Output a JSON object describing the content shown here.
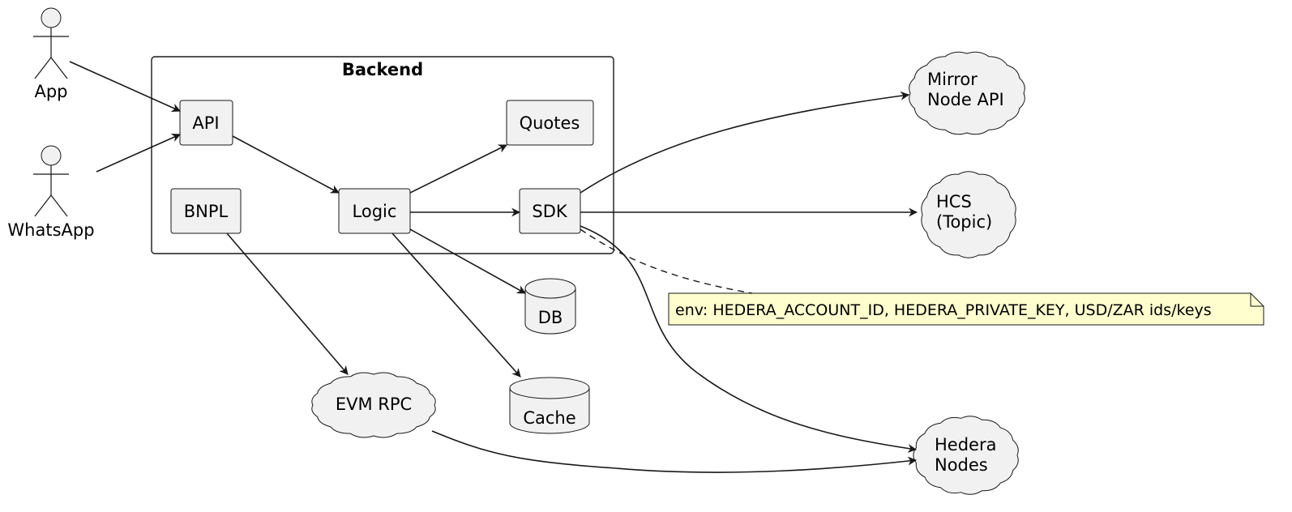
{
  "backend": {
    "title": "Backend"
  },
  "actors": {
    "app": "App",
    "whatsapp": "WhatsApp"
  },
  "components": {
    "api": "API",
    "bnpl": "BNPL",
    "logic": "Logic",
    "quotes": "Quotes",
    "sdk": "SDK"
  },
  "databases": {
    "db": "DB",
    "cache": "Cache"
  },
  "clouds": {
    "mirror": [
      "Mirror",
      "Node API"
    ],
    "hcs": [
      "HCS",
      "(Topic)"
    ],
    "evm": [
      "EVM RPC"
    ],
    "hedera": [
      "Hedera",
      "Nodes"
    ]
  },
  "note": {
    "text": "env: HEDERA_ACCOUNT_ID, HEDERA_PRIVATE_KEY, USD/ZAR ids/keys"
  },
  "colors": {
    "node_fill": "#f1f1f1",
    "note_fill": "#fefece",
    "stroke": "#181818"
  }
}
